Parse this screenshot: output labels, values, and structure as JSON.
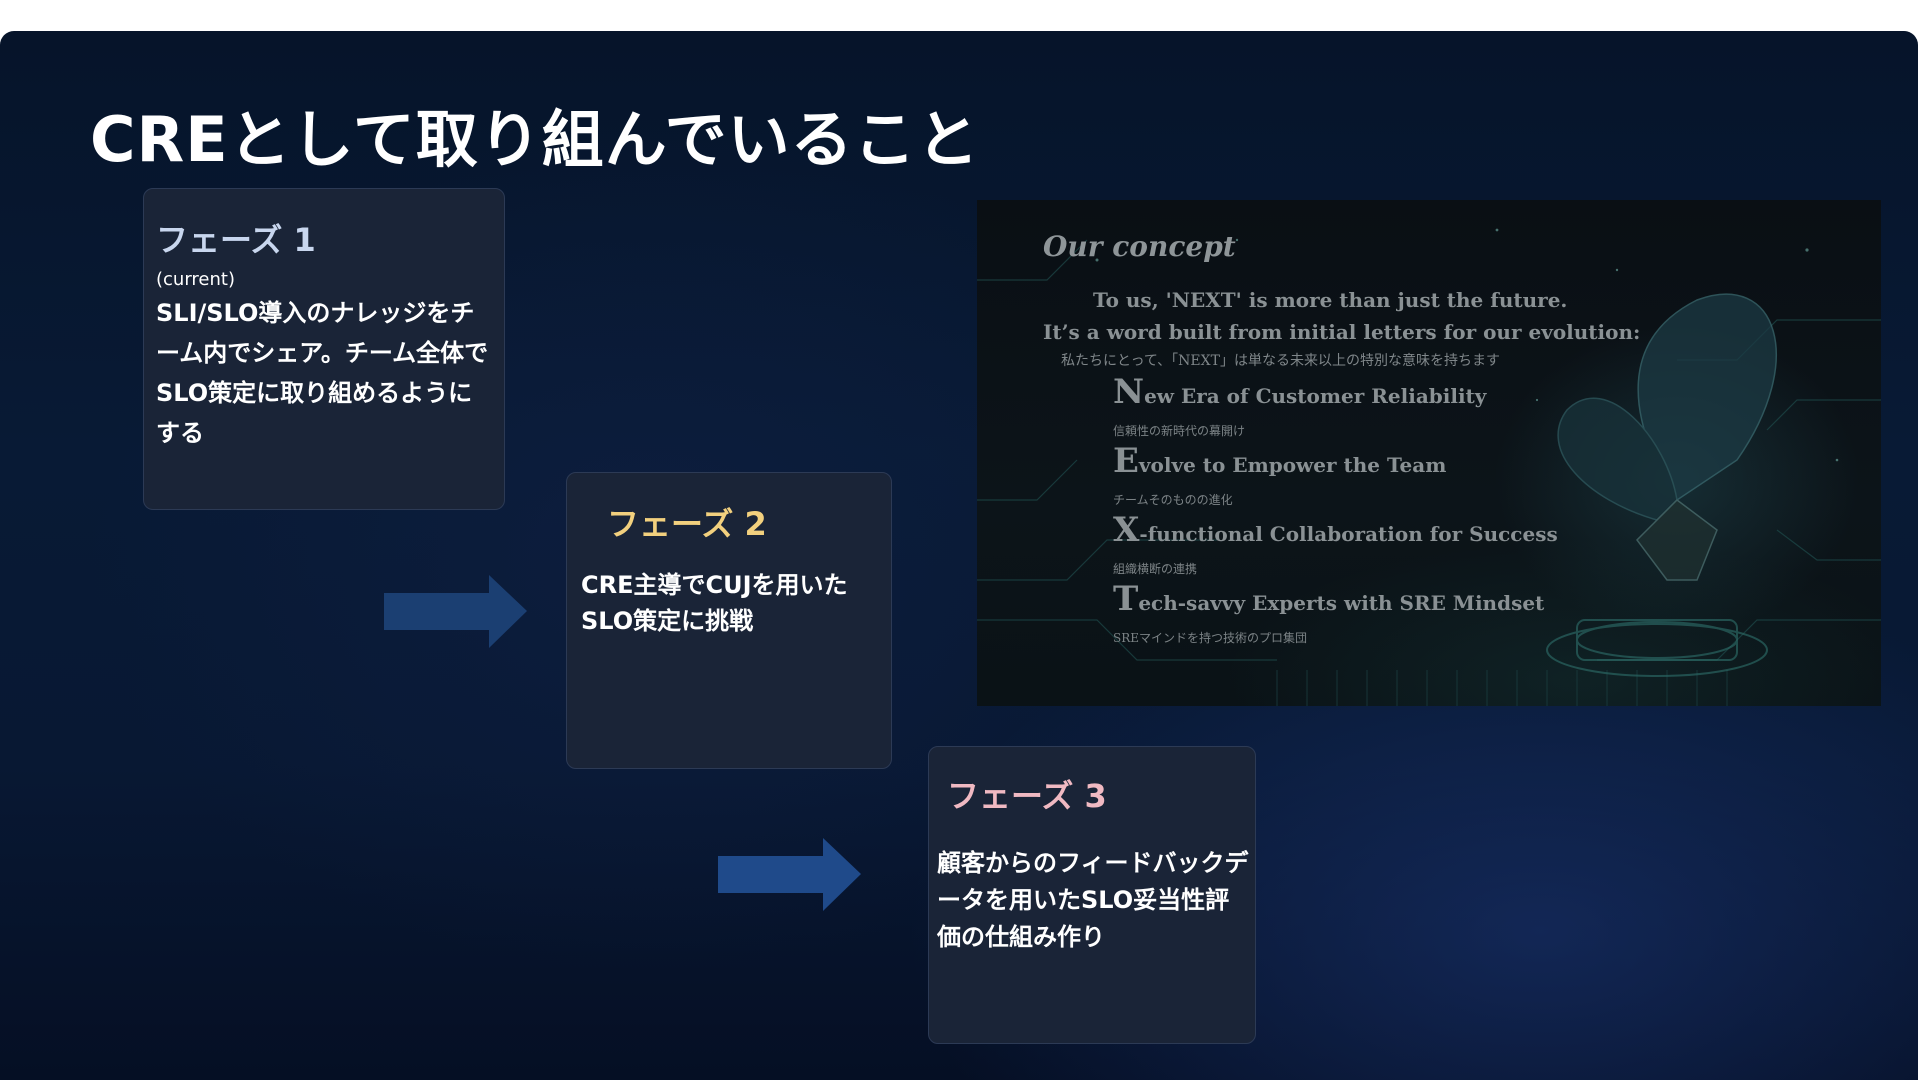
{
  "slide": {
    "title": "CREとして取り組んでいること"
  },
  "phases": [
    {
      "heading": "フェーズ 1",
      "status": "(current)",
      "description": "SLI/SLO導入のナレッジをチーム内でシェア。チーム全体でSLO策定に取り組めるようにする"
    },
    {
      "heading": "フェーズ 2",
      "description": "CRE主導でCUJを用いたSLO策定に挑戦"
    },
    {
      "heading": "フェーズ 3",
      "description": "顧客からのフィードバックデータを用いたSLO妥当性評価の仕組み作り"
    }
  ],
  "concept": {
    "heading": "Our concept",
    "line1": "To us, 'NEXT' is more than just the future.",
    "line2": "It’s a word built from initial letters for our evolution:",
    "line2_ja": "私たちにとって、「NEXT」は単なる未来以上の特別な意味を持ちます",
    "items": [
      {
        "initial": "N",
        "rest": "ew Era of Customer Reliability",
        "ja": "信頼性の新時代の幕開け"
      },
      {
        "initial": "E",
        "rest": "volve to Empower the Team",
        "ja": "チームそのものの進化"
      },
      {
        "initial": "X",
        "rest": "-functional Collaboration for Success",
        "ja": "組織横断の連携"
      },
      {
        "initial": "T",
        "rest": "ech-savvy Experts with SRE Mindset",
        "ja": "SREマインドを持つ技術のプロ集団"
      }
    ]
  },
  "colors": {
    "background": "#06142a",
    "card": "#1a2437",
    "phase1_heading": "#c8d6ee",
    "phase2_heading": "#f2d07e",
    "phase3_heading": "#f0b9c2",
    "arrow1": "#1b3f72",
    "arrow2": "#1f4a8a"
  }
}
